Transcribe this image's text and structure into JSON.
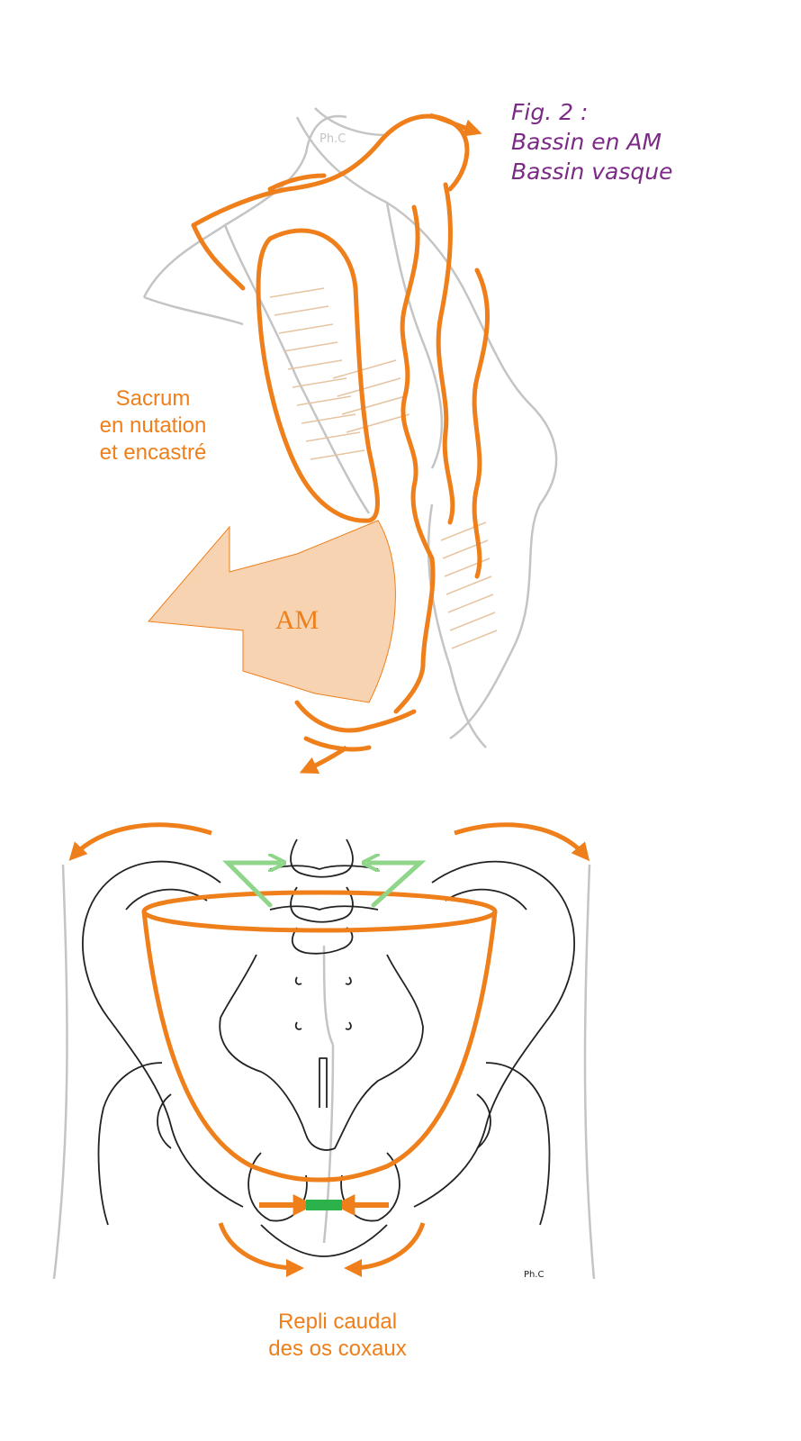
{
  "figure": {
    "caption": [
      "Fig. 2 :",
      "Bassin en AM",
      "Bassin vasque"
    ]
  },
  "labels": {
    "sacrum": [
      "Sacrum",
      "en nutation",
      "et encastré"
    ],
    "arrow": "AM",
    "bottom": [
      "Repli caudal",
      "des os coxaux"
    ],
    "signature": "Ph.C"
  },
  "colors": {
    "orange": "#ee7f1a",
    "arrow_fill": "#f8d3b1",
    "green": "#8fd68a",
    "green_dark": "#2bb24a",
    "grey": "#c4c4c4",
    "purple": "#7b2a86"
  }
}
